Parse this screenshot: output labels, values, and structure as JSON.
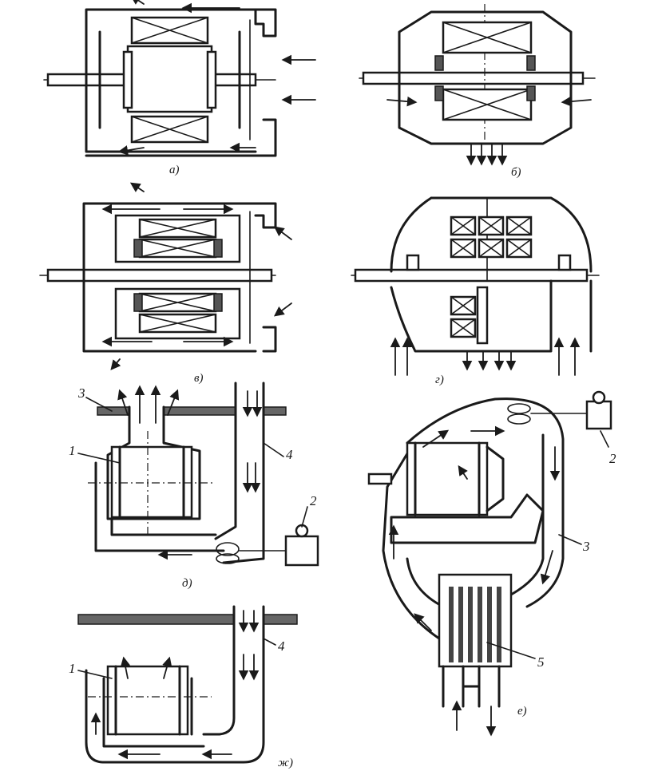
{
  "figure": {
    "labels": {
      "a": "а)",
      "b": "б)",
      "v": "в)",
      "g": "г)",
      "d": "д)",
      "e": "е)",
      "zh": "ж)"
    },
    "callouts": {
      "d_1": "1",
      "d_2": "2",
      "d_3": "3",
      "d_4": "4",
      "e_2": "2",
      "e_3": "3",
      "e_5": "5",
      "zh_1": "1",
      "zh_4": "4"
    }
  }
}
